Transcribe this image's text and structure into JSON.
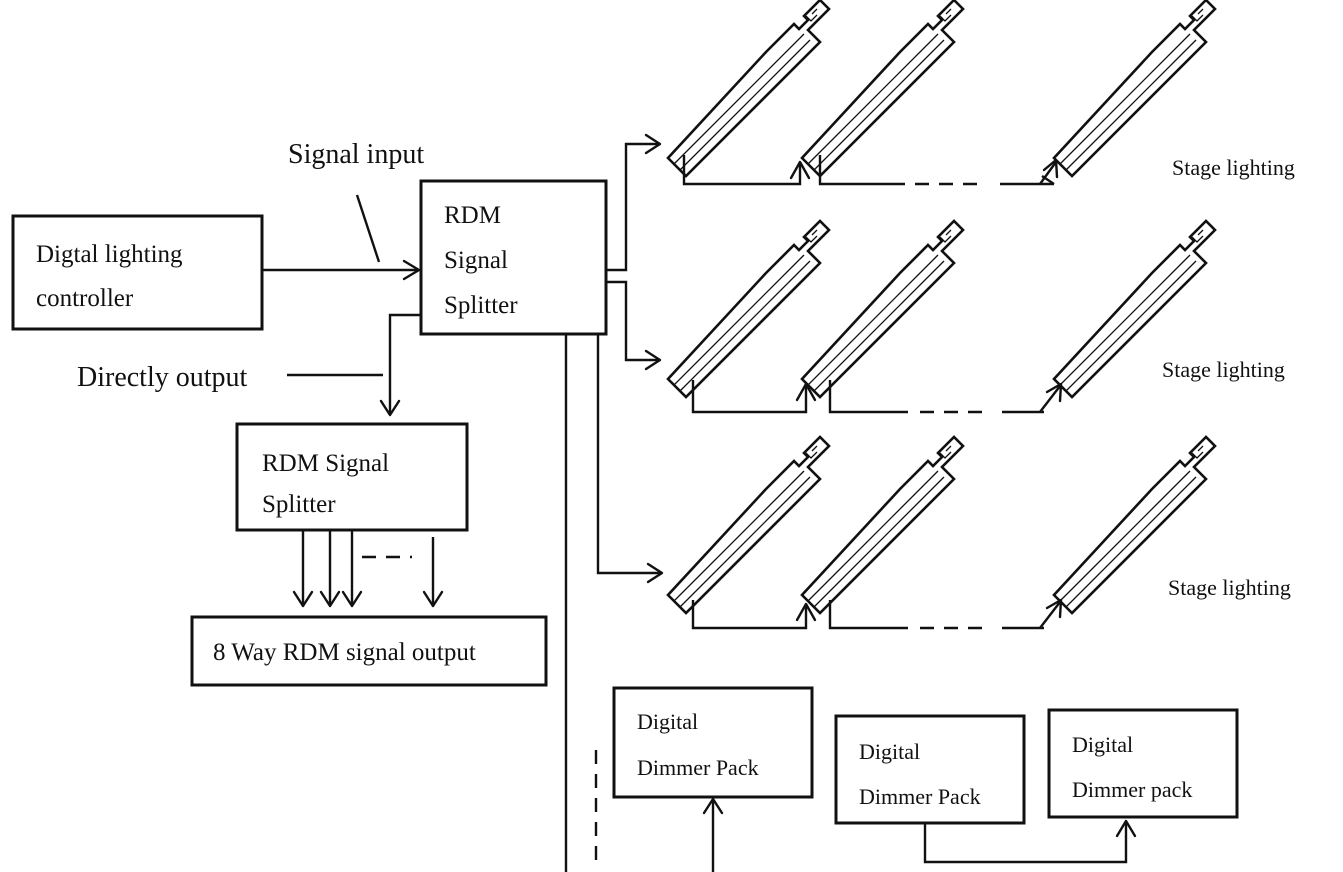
{
  "labels": {
    "signal_input": "Signal input",
    "directly_output": "Directly output",
    "controller_line1": "Digtal lighting",
    "controller_line2": "controller",
    "splitter_main_line1": "RDM",
    "splitter_main_line2": "Signal",
    "splitter_main_line3": "Splitter",
    "splitter_second_line1": "RDM Signal",
    "splitter_second_line2": "Splitter",
    "output_8way": "8 Way RDM signal output",
    "stage_lighting_row1": "Stage lighting",
    "stage_lighting_row2": "Stage lighting",
    "stage_lighting_row3": "Stage lighting",
    "dimmer1_line1": "Digital",
    "dimmer1_line2": "Dimmer Pack",
    "dimmer2_line1": "Digital",
    "dimmer2_line2": "Dimmer Pack",
    "dimmer3_line1": "Digital",
    "dimmer3_line2": "Dimmer pack"
  },
  "colors": {
    "stroke": "#111111",
    "background": "#ffffff"
  },
  "icons": {
    "fixture": "stage-light-fixture-icon",
    "arrow": "arrowhead-icon"
  }
}
